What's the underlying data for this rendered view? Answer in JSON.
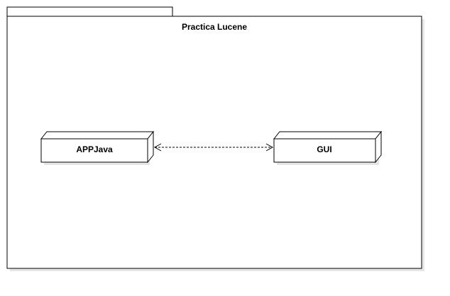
{
  "package": {
    "title": "Practica Lucene"
  },
  "nodes": [
    {
      "label": "APPJava"
    },
    {
      "label": "GUI"
    }
  ],
  "connector": {
    "style": "dashed",
    "ends": [
      "open-arrow",
      "open-arrow"
    ]
  },
  "colors": {
    "stroke": "#000000",
    "shadow": "#e6e6e6",
    "background": "#ffffff"
  }
}
